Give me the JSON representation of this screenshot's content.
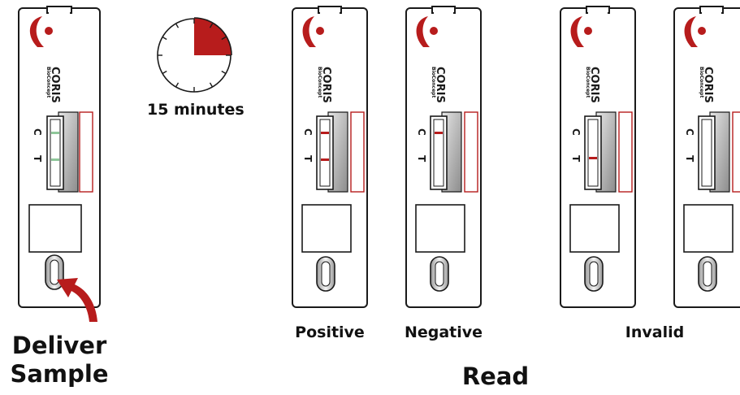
{
  "brand": {
    "name": "CORIS",
    "sub": "BioConcept"
  },
  "marks": {
    "control": "C",
    "test": "T"
  },
  "timer": {
    "label": "15 minutes",
    "minutes": 15
  },
  "steps": {
    "deliver": {
      "line1": "Deliver",
      "line2": "Sample"
    },
    "read": "Read"
  },
  "results": {
    "positive": "Positive",
    "negative": "Negative",
    "invalid": "Invalid"
  },
  "colors": {
    "outline": "#1a1a1a",
    "red": "#b71c1c",
    "green": "#8fc79a",
    "bevel_light": "#d0d0d0",
    "bevel_dark": "#8a8a8a"
  }
}
